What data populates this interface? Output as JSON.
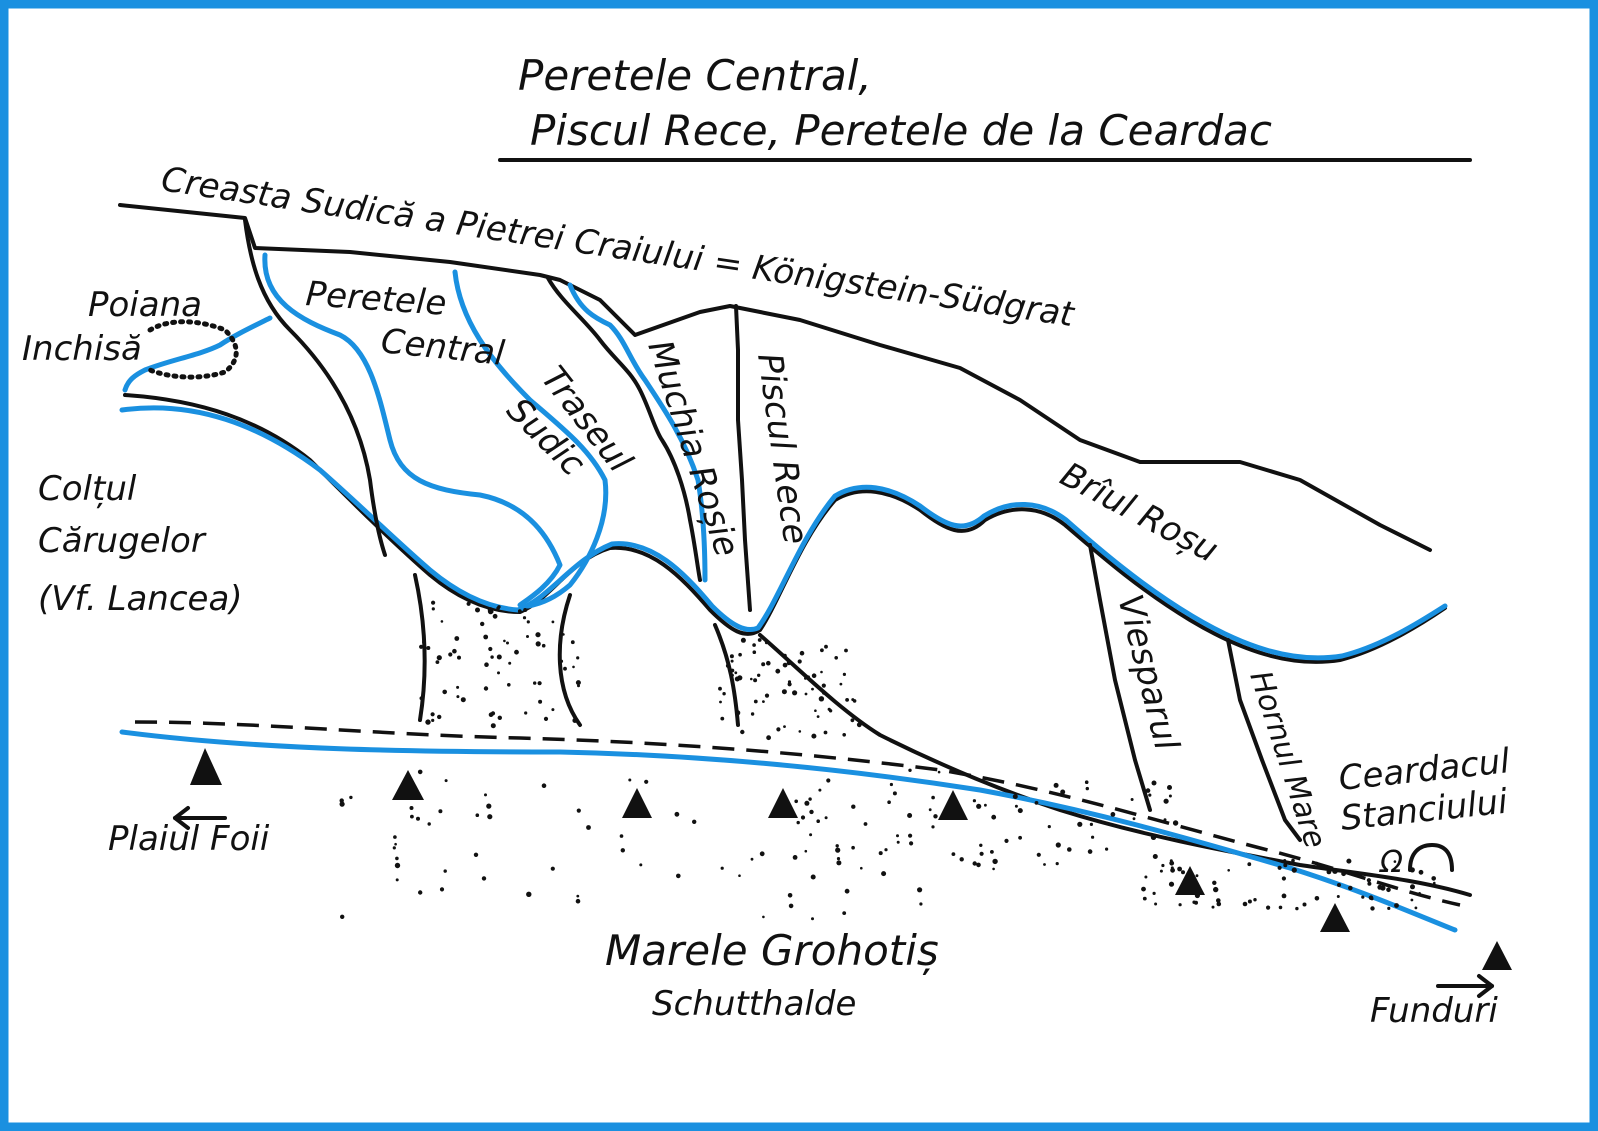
{
  "colors": {
    "border": "#1a90e0",
    "route": "#1a90e0",
    "ink": "#111111",
    "background": "#ffffff"
  },
  "title": {
    "line1": "Peretele Central,",
    "line2": "Piscul Rece, Peretele de la Ceardac"
  },
  "labels": {
    "ridge": "Creasta Sudică a Pietrei Craiului = Königstein-Südgrat",
    "poiana_1": "Poiana",
    "poiana_2": "Inchisă",
    "peretele_1": "Peretele",
    "peretele_2": "Central",
    "traseul": "Traseul",
    "sudic": "Sudic",
    "muchia": "Muchia Roșie",
    "piscul": "Piscul Rece",
    "coltul_1": "Colțul",
    "coltul_2": "Cărugelor",
    "coltul_3": "(Vf. Lancea)",
    "briul": "Brîul Roșu",
    "viesparul": "Viesparul",
    "hornul": "Hornul Mare",
    "ceardacul_1": "Ceardacul",
    "ceardacul_2": "Stanciului",
    "plaiul": "Plaiul Foii",
    "grohotis": "Marele Grohotiș",
    "schutthalde": "Schutthalde",
    "funduri": "Funduri"
  },
  "legend_icons": [
    "mountain-triangle-icon",
    "hut-icon",
    "arrow-left-icon",
    "arrow-right-icon"
  ]
}
